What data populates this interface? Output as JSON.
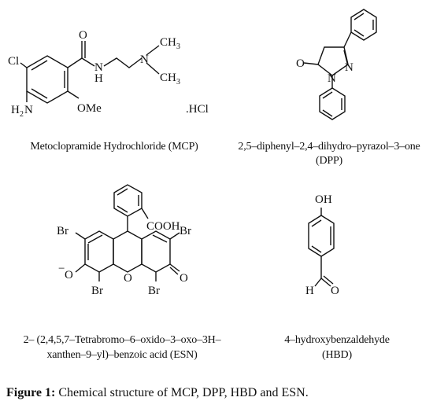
{
  "figure": {
    "label": "Figure 1:",
    "text": "Chemical structure of MCP, DPP, HBD and ESN."
  },
  "molecules": {
    "mcp": {
      "caption": "Metoclopramide Hydrochloride (MCP)",
      "atoms": {
        "cl": "Cl",
        "h2n": "H",
        "n2": "2",
        "nsuffix": "N",
        "ome": "OMe",
        "o": "O",
        "nh_n": "N",
        "nh_h": "H",
        "n_amine": "N",
        "ch3a": "CH",
        "ch3b": "CH",
        "three": "3",
        "hcl": ".HCl"
      }
    },
    "dpp": {
      "caption_line1": "2,5–diphenyl–2,4–dihydro–pyrazol–3–one",
      "caption_line2": "(DPP)",
      "atoms": {
        "o": "O",
        "n1": "N",
        "n2": "N"
      }
    },
    "esn": {
      "caption_line1": "2– (2,4,5,7–Tetrabromo–6–oxido–3–oxo–3H–",
      "caption_line2": "xanthen–9–yl)–benzoic acid (ESN)",
      "atoms": {
        "cooh": "COOH",
        "br": "Br",
        "o_minus": "O",
        "minus": "−",
        "o_ring": "O",
        "o_keto": "O"
      }
    },
    "hbd": {
      "caption_line1": "4–hydroxybenzaldehyde",
      "caption_line2": "(HBD)",
      "atoms": {
        "oh": "OH",
        "h": "H",
        "o": "O"
      }
    }
  }
}
